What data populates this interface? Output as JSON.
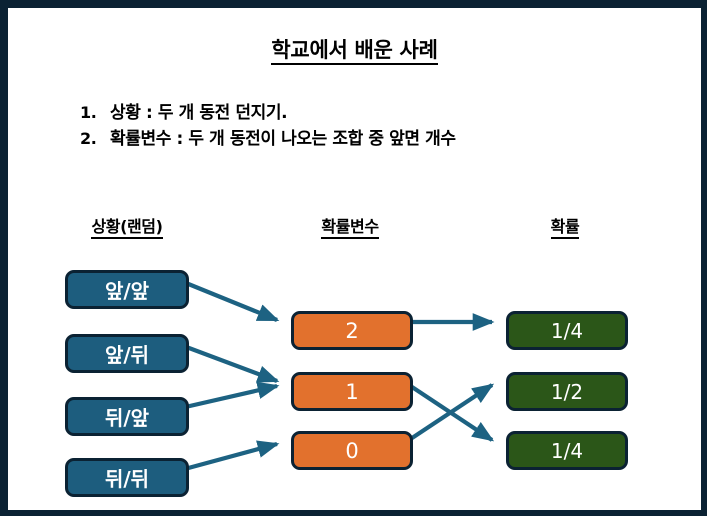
{
  "slide": {
    "title": "학교에서 배운 사례",
    "border_color": "#0b2233",
    "background": "#ffffff"
  },
  "bullets": [
    {
      "number": "1.",
      "text": "상황 : 두 개 동전 던지기."
    },
    {
      "number": "2.",
      "text": "확률변수 : 두 개 동전이 나오는 조합 중 앞면 개수"
    }
  ],
  "columns": {
    "situation_header": "상황(랜덤)",
    "variable_header": "확률변수",
    "probability_header": "확률"
  },
  "colors": {
    "situation_fill": "#1d5d7e",
    "variable_fill": "#e2712d",
    "probability_fill": "#2b5618",
    "node_border": "#0b2233",
    "arrow": "#1d6282"
  },
  "nodes": {
    "situations": [
      {
        "id": "s0",
        "label": "앞/앞"
      },
      {
        "id": "s1",
        "label": "앞/뒤"
      },
      {
        "id": "s2",
        "label": "뒤/앞"
      },
      {
        "id": "s3",
        "label": "뒤/뒤"
      }
    ],
    "variables": [
      {
        "id": "v0",
        "label": "2"
      },
      {
        "id": "v1",
        "label": "1"
      },
      {
        "id": "v2",
        "label": "0"
      }
    ],
    "probabilities": [
      {
        "id": "p0",
        "label": "1/4"
      },
      {
        "id": "p1",
        "label": "1/2"
      },
      {
        "id": "p2",
        "label": "1/4"
      }
    ]
  },
  "edges": [
    {
      "from": "s0",
      "to": "v0"
    },
    {
      "from": "s1",
      "to": "v1"
    },
    {
      "from": "s2",
      "to": "v1"
    },
    {
      "from": "s3",
      "to": "v2"
    },
    {
      "from": "v0",
      "to": "p0"
    },
    {
      "from": "v1",
      "to": "p2"
    },
    {
      "from": "v2",
      "to": "p1"
    }
  ]
}
